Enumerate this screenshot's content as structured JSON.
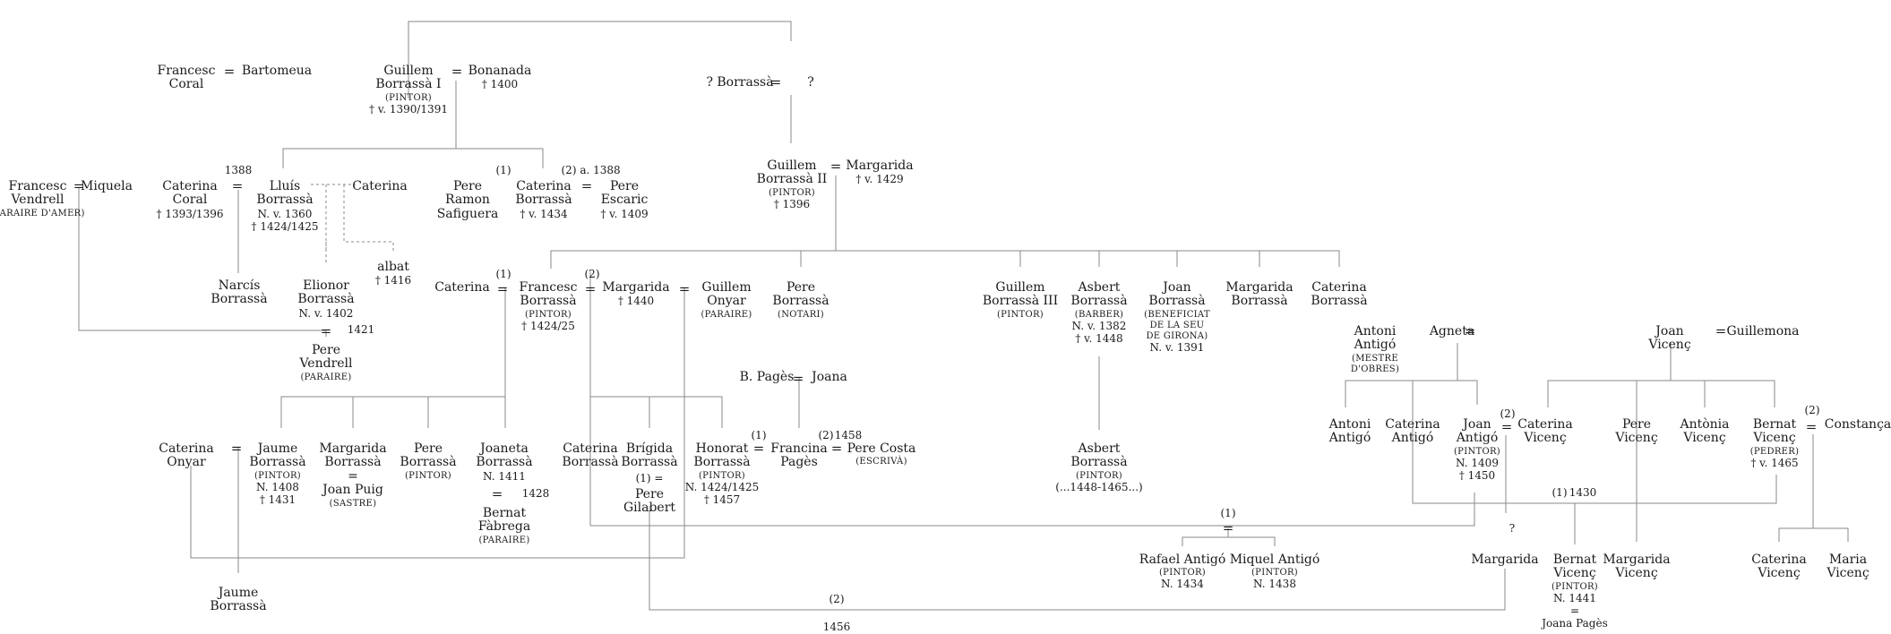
{
  "persons": {
    "francesc_coral": {
      "name": [
        "Francesc",
        "Coral"
      ]
    },
    "bartomeua": {
      "name": [
        "Bartomeua"
      ]
    },
    "guillem_i": {
      "name": [
        "Guillem",
        "Borrassà I"
      ],
      "role": "(PINTOR)",
      "dates": [
        "† v. 1390/1391"
      ]
    },
    "bonanada": {
      "name": [
        "Bonanada"
      ],
      "dates": [
        "† 1400"
      ]
    },
    "q_borrassa": {
      "name": [
        "? Borrassà"
      ]
    },
    "q_spouse": {
      "name": [
        "?"
      ]
    },
    "francesc_vendrell": {
      "name": [
        "Francesc",
        "Vendrell"
      ],
      "role": "(PARAIRE D'AMER)"
    },
    "miquela": {
      "name": [
        "Miquela"
      ]
    },
    "caterina_coral": {
      "name": [
        "Caterina",
        "Coral"
      ],
      "dates": [
        "† 1393/1396"
      ]
    },
    "lluis": {
      "name": [
        "Lluís",
        "Borrassà"
      ],
      "dates": [
        "N. v. 1360",
        "† 1424/1425"
      ]
    },
    "caterina_l": {
      "name": [
        "Caterina"
      ]
    },
    "pere_ramon": {
      "name": [
        "Pere",
        "Ramon",
        "Safiguera"
      ]
    },
    "caterina_b": {
      "name": [
        "Caterina",
        "Borrassà"
      ],
      "dates": [
        "† v. 1434"
      ]
    },
    "pere_escaric": {
      "name": [
        "Pere",
        "Escaric"
      ],
      "dates": [
        "† v. 1409"
      ]
    },
    "guillem_ii": {
      "name": [
        "Guillem",
        "Borrassà II"
      ],
      "role": "(PINTOR)",
      "dates": [
        "† 1396"
      ]
    },
    "margarida_g2": {
      "name": [
        "Margarida"
      ],
      "dates": [
        "† v. 1429"
      ]
    },
    "narcis": {
      "name": [
        "Narcís",
        "Borrassà"
      ]
    },
    "albat": {
      "name": [
        "albat"
      ],
      "dates": [
        "† 1416"
      ]
    },
    "elionor": {
      "name": [
        "Elionor",
        "Borrassà"
      ],
      "dates": [
        "N. v. 1402"
      ]
    },
    "pere_vendrell": {
      "name": [
        "Pere",
        "Vendrell"
      ],
      "role": "(PARAIRE)"
    },
    "caterina_f": {
      "name": [
        "Caterina"
      ]
    },
    "francesc_b": {
      "name": [
        "Francesc",
        "Borrassà"
      ],
      "role": "(PINTOR)",
      "dates": [
        "† 1424/25"
      ]
    },
    "margarida_f": {
      "name": [
        "Margarida"
      ],
      "dates": [
        "† 1440"
      ]
    },
    "guillem_onyar": {
      "name": [
        "Guillem",
        "Onyar"
      ],
      "role": "(PARAIRE)"
    },
    "pere_notari": {
      "name": [
        "Pere",
        "Borrassà"
      ],
      "role": "(NOTARI)"
    },
    "guillem_iii": {
      "name": [
        "Guillem",
        "Borrassà III"
      ],
      "role": "(PINTOR)"
    },
    "asbert": {
      "name": [
        "Asbert",
        "Borrassà"
      ],
      "role": "(BARBER)",
      "dates": [
        "N. v. 1382",
        "† v. 1448"
      ]
    },
    "joan_b": {
      "name": [
        "Joan",
        "Borrassà"
      ],
      "role": [
        "(BENEFICIAT",
        "DE LA SEU",
        "DE GIRONA)"
      ],
      "dates": [
        "N. v. 1391"
      ]
    },
    "margarida_b": {
      "name": [
        "Margarida",
        "Borrassà"
      ]
    },
    "caterina_b2": {
      "name": [
        "Caterina",
        "Borrassà"
      ]
    },
    "antoni_antigo_s": {
      "name": [
        "Antoni",
        "Antigó"
      ],
      "role": [
        "(MESTRE",
        "D'OBRES)"
      ]
    },
    "agneta": {
      "name": [
        "Agneta"
      ]
    },
    "joan_vicenc_s": {
      "name": [
        "Joan",
        "Vicenç"
      ]
    },
    "guillemona": {
      "name": [
        "Guillemona"
      ]
    },
    "b_pages": {
      "name": [
        "B. Pagès"
      ]
    },
    "joana": {
      "name": [
        "Joana"
      ]
    },
    "asbert_p": {
      "name": [
        "Asbert",
        "Borrassà"
      ],
      "role": "(PINTOR)",
      "dates": [
        "(...1448-1465...)"
      ]
    },
    "antoni_antigo": {
      "name": [
        "Antoni",
        "Antigó"
      ]
    },
    "caterina_antigo": {
      "name": [
        "Caterina",
        "Antigó"
      ]
    },
    "joan_antigo": {
      "name": [
        "Joan",
        "Antigó"
      ],
      "role": "(PINTOR)",
      "dates": [
        "N. 1409",
        "† 1450"
      ]
    },
    "caterina_vicenc": {
      "name": [
        "Caterina",
        "Vicenç"
      ]
    },
    "pere_vicenc": {
      "name": [
        "Pere",
        "Vicenç"
      ]
    },
    "antonia_vicenc": {
      "name": [
        "Antònia",
        "Vicenç"
      ]
    },
    "bernat_vicenc": {
      "name": [
        "Bernat",
        "Vicenç"
      ],
      "role": "(PEDRER)",
      "dates": [
        "† v. 1465"
      ]
    },
    "constanca": {
      "name": [
        "Constança"
      ]
    },
    "caterina_onyar": {
      "name": [
        "Caterina",
        "Onyar"
      ]
    },
    "jaume_b": {
      "name": [
        "Jaume",
        "Borrassà"
      ],
      "role": "(PINTOR)",
      "dates": [
        "N. 1408",
        "† 1431"
      ]
    },
    "margarida_bp": {
      "name": [
        "Margarida",
        "Borrassà",
        "=",
        "Joan Puig"
      ],
      "role": "(SASTRE)"
    },
    "pere_b_pintor": {
      "name": [
        "Pere",
        "Borrassà"
      ],
      "role": "(PINTOR)"
    },
    "joaneta": {
      "name": [
        "Joaneta",
        "Borrassà"
      ],
      "dates": [
        "N. 1411"
      ]
    },
    "bernat_fabrega": {
      "name": [
        "Bernat",
        "Fàbrega"
      ],
      "role": "(PARAIRE)"
    },
    "caterina_b3": {
      "name": [
        "Caterina",
        "Borrassà"
      ]
    },
    "brigida": {
      "name": [
        "Brígida",
        "Borrassà"
      ]
    },
    "pere_gilabert": {
      "name": [
        "Pere",
        "Gilabert"
      ]
    },
    "honorat": {
      "name": [
        "Honorat",
        "Borrassà"
      ],
      "role": "(PINTOR)",
      "dates": [
        "N. 1424/1425",
        "† 1457"
      ]
    },
    "francina": {
      "name": [
        "Francina",
        "Pagès"
      ]
    },
    "pere_costa": {
      "name": [
        "Pere Costa"
      ],
      "role": "(ESCRIVÀ)"
    },
    "rafael": {
      "name": [
        "Rafael Antigó"
      ],
      "role": "(PINTOR)",
      "dates": [
        "N. 1434"
      ]
    },
    "miquel": {
      "name": [
        "Miquel Antigó"
      ],
      "role": "(PINTOR)",
      "dates": [
        "N. 1438"
      ]
    },
    "margarida_q": {
      "name": [
        "Margarida"
      ]
    },
    "bernat_vicenc2": {
      "name": [
        "Bernat",
        "Vicenç"
      ],
      "role": "(PINTOR)",
      "dates": [
        "N. 1441",
        "=",
        "Joana Pagès"
      ]
    },
    "margarida_vicenc": {
      "name": [
        "Margarida",
        "Vicenç"
      ]
    },
    "caterina_vicenc2": {
      "name": [
        "Caterina",
        "Vicenç"
      ]
    },
    "maria_vicenc": {
      "name": [
        "Maria",
        "Vicenç"
      ]
    },
    "jaume_b2": {
      "name": [
        "Jaume",
        "Borrassà"
      ]
    }
  },
  "labels": {
    "y1388": "1388",
    "y1421": "1421",
    "a1388": "a. 1388",
    "m1": "(1)",
    "m2": "(2)",
    "y1458": "1458",
    "y1428": "1428",
    "m1eq": "(1) =",
    "y1430": "1430",
    "y1456": "1456",
    "q": "?",
    "eq": "="
  },
  "colors": {
    "ink": "#1a1a1a",
    "line": "#8a8a8a"
  }
}
